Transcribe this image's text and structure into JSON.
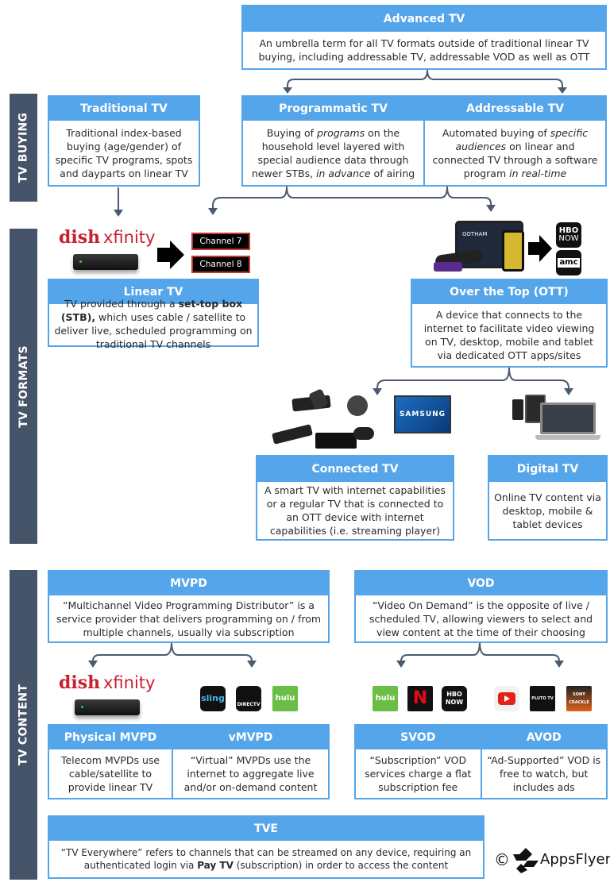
{
  "sections": {
    "buying": "TV BUYING",
    "formats": "TV FORMATS",
    "content": "TV CONTENT"
  },
  "advanced_tv": {
    "title": "Advanced TV",
    "body": "An umbrella term for all TV formats outside of traditional linear TV buying, including addressable TV, addressable VOD as well as OTT"
  },
  "traditional_tv": {
    "title": "Traditional TV",
    "body": "Traditional index-based buying (age/gender) of specific TV programs, spots and dayparts on linear TV"
  },
  "programmatic_tv": {
    "title": "Programmatic TV",
    "body_1": "Buying of ",
    "body_em1": "programs",
    "body_2": " on the household level layered with special audience data through newer STBs, ",
    "body_em2": "in advance",
    "body_3": " of airing"
  },
  "addressable_tv": {
    "title": "Addressable TV",
    "body_1": "Automated buying of ",
    "body_em1": "specific audiences",
    "body_2": " on linear and connected TV through a software program ",
    "body_em2": "in real-time"
  },
  "linear_tv": {
    "title": "Linear TV",
    "body_1": "TV provided through a ",
    "body_bold": "set-top box (STB),",
    "body_2": " which uses cable / satellite to deliver live, scheduled programming on traditional TV channels",
    "logos": [
      "dish",
      "xfinity"
    ],
    "channels": [
      "Channel 7",
      "Channel 8"
    ]
  },
  "ott": {
    "title": "Over the Top (OTT)",
    "body": "A device that connects to the internet to facilitate video viewing on TV, desktop, mobile and tablet via dedicated OTT apps/sites",
    "apps": [
      {
        "line1": "HBO",
        "line2": "NOW"
      },
      {
        "line1": "amc",
        "line2": ""
      }
    ],
    "tablet_label": "GOTHAM"
  },
  "connected_tv": {
    "title": "Connected TV",
    "body": "A smart TV with internet capabilities or a regular TV that is connected to an OTT device with internet capabilities (i.e. streaming player)",
    "tv_brand": "SAMSUNG"
  },
  "digital_tv": {
    "title": "Digital TV",
    "body": "Online TV content via desktop, mobile & tablet devices"
  },
  "mvpd": {
    "title": "MVPD",
    "body": "“Multichannel Video Programming Distributor” is a service provider that delivers programming on / from multiple channels, usually via subscription"
  },
  "vod": {
    "title": "VOD",
    "body": "“Video On Demand” is the opposite of live / scheduled TV, allowing viewers to select and view content at the time of their choosing"
  },
  "physical_mvpd": {
    "title": "Physical MVPD",
    "body": "Telecom MVPDs use cable/satellite to provide linear TV",
    "logos": [
      "dish",
      "xfinity"
    ]
  },
  "vmvpd": {
    "title": "vMVPD",
    "body": "“Virtual” MVPDs use the internet to aggregate live and/or on-demand content",
    "apps": [
      "sling",
      "DIRECTV",
      "hulu"
    ]
  },
  "svod": {
    "title": "SVOD",
    "body": "“Subscription” VOD services charge a flat subscription fee",
    "apps": [
      "hulu",
      "N",
      "HBO NOW"
    ]
  },
  "avod": {
    "title": "AVOD",
    "body": "“Ad-Supported” VOD is free to watch, but includes ads",
    "apps": [
      "YouTube",
      "PLUTO TV",
      "SONY CRACKLE"
    ]
  },
  "tve": {
    "title": "TVE",
    "body_1": "“TV Everywhere” refers to channels that can be streamed on any device, requiring an authenticated login via ",
    "body_bold": "Pay TV",
    "body_2": " (subscription) in order to access the content"
  },
  "footer": {
    "copyright": "©",
    "brand": "AppsFlyer"
  },
  "colors": {
    "header_blue": "#55a5ea",
    "sidebar_slate": "#46546a",
    "connector": "#4b5a70",
    "logo_red": "#c8202f"
  }
}
